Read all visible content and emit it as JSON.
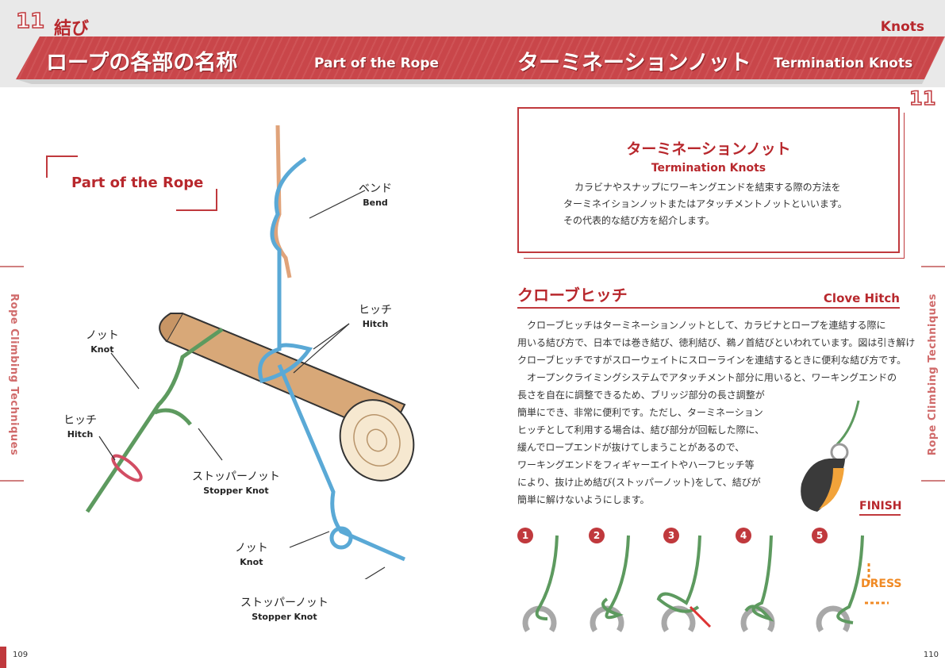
{
  "header": {
    "chapter_num": "11",
    "chapter_title": "結び",
    "right_label": "Knots",
    "left_title_jp": "ロープの各部の名称",
    "left_title_en": "Part of the Rope",
    "right_title_jp": "ターミネーションノット",
    "right_title_en": "Termination Knots",
    "right_chapter_num": "11"
  },
  "side_label": "Rope Climbing Techniques",
  "left": {
    "section_title": "Part of the Rope",
    "labels": [
      {
        "jp": "ベンド",
        "en": "Bend"
      },
      {
        "jp": "ヒッチ",
        "en": "Hitch"
      },
      {
        "jp": "ノット",
        "en": "Knot"
      },
      {
        "jp": "ヒッチ",
        "en": "Hitch"
      },
      {
        "jp": "ストッパーノット",
        "en": "Stopper Knot"
      },
      {
        "jp": "ノット",
        "en": "Knot"
      },
      {
        "jp": "ストッパーノット",
        "en": "Stopper Knot"
      }
    ]
  },
  "intro_box": {
    "title_jp": "ターミネーションノット",
    "title_en": "Termination Knots",
    "lines": [
      "カラビナやスナップにワーキングエンドを結束する際の方法を",
      "ターミネイションノットまたはアタッチメントノットといいます。",
      "その代表的な結び方を紹介します。"
    ]
  },
  "clove": {
    "title_jp": "クローブヒッチ",
    "title_en": "Clove Hitch",
    "lines": [
      "　クローブヒッチはターミネーションノットとして、カラビナとロープを連結する際に",
      "用いる結び方で、日本では巻き結び、徳利結び、鵜ノ首結びといわれています。図は引き解け",
      "クローブヒッチですがスローウェイトにスローラインを連結するときに便利な結び方です。",
      "　オープンクライミングシステムでアタッチメント部分に用いると、ワーキングエンドの",
      "長さを自在に調整できるため、ブリッジ部分の長さ調整が",
      "簡単にでき、非常に便利です。ただし、ターミネーション",
      "ヒッチとして利用する場合は、結び部分が回転した際に、",
      "緩んでロープエンドが抜けてしまうことがあるので、",
      "ワーキングエンドをフィギャーエイトやハーフヒッチ等",
      "により、抜け止め結び(ストッパーノット)をして、結びが",
      "簡単に解けないようにします。"
    ],
    "finish": "FINISH",
    "dress": "DRESS",
    "steps": [
      "1",
      "2",
      "3",
      "4",
      "5"
    ]
  },
  "pages": {
    "left": "109",
    "right": "110"
  },
  "colors": {
    "accent": "#c0393d",
    "rope_green": "#5d9a5f",
    "rope_blue": "#5aa9d6",
    "rope_orange": "#e0a37a"
  }
}
